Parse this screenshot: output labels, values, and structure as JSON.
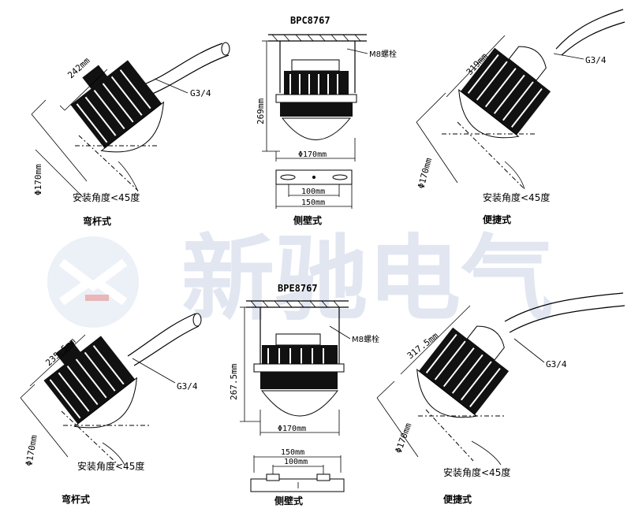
{
  "watermark": {
    "text": "新驰电气"
  },
  "models": {
    "top": "BPC8767",
    "bottom": "BPE8767"
  },
  "top_row": {
    "left": {
      "dim_length": "242mm",
      "thread": "G3/4",
      "diameter": "Φ170mm",
      "angle_note": "安装角度<45度",
      "caption": "弯杆式"
    },
    "center": {
      "bolt": "M8螺栓",
      "height": "269mm",
      "diameter": "Φ170mm",
      "bracket_inner": "100mm",
      "bracket_outer": "150mm",
      "caption": "侧壁式"
    },
    "right": {
      "dim_length": "319mm",
      "thread": "G3/4",
      "diameter": "Φ170mm",
      "angle_note": "安装角度<45度",
      "caption": "便捷式"
    }
  },
  "bottom_row": {
    "left": {
      "dim_length": "235.5mm",
      "thread": "G3/4",
      "diameter": "Φ170mm",
      "angle_note": "安装角度<45度",
      "caption": "弯杆式"
    },
    "center": {
      "bolt": "M8螺栓",
      "height": "267.5mm",
      "diameter": "Φ170mm",
      "bracket_outer": "150mm",
      "bracket_inner": "100mm",
      "caption": "侧壁式"
    },
    "right": {
      "dim_length": "317.5mm",
      "thread": "G3/4",
      "diameter": "Φ170mm",
      "angle_note": "安装角度<45度",
      "caption": "便捷式"
    }
  }
}
